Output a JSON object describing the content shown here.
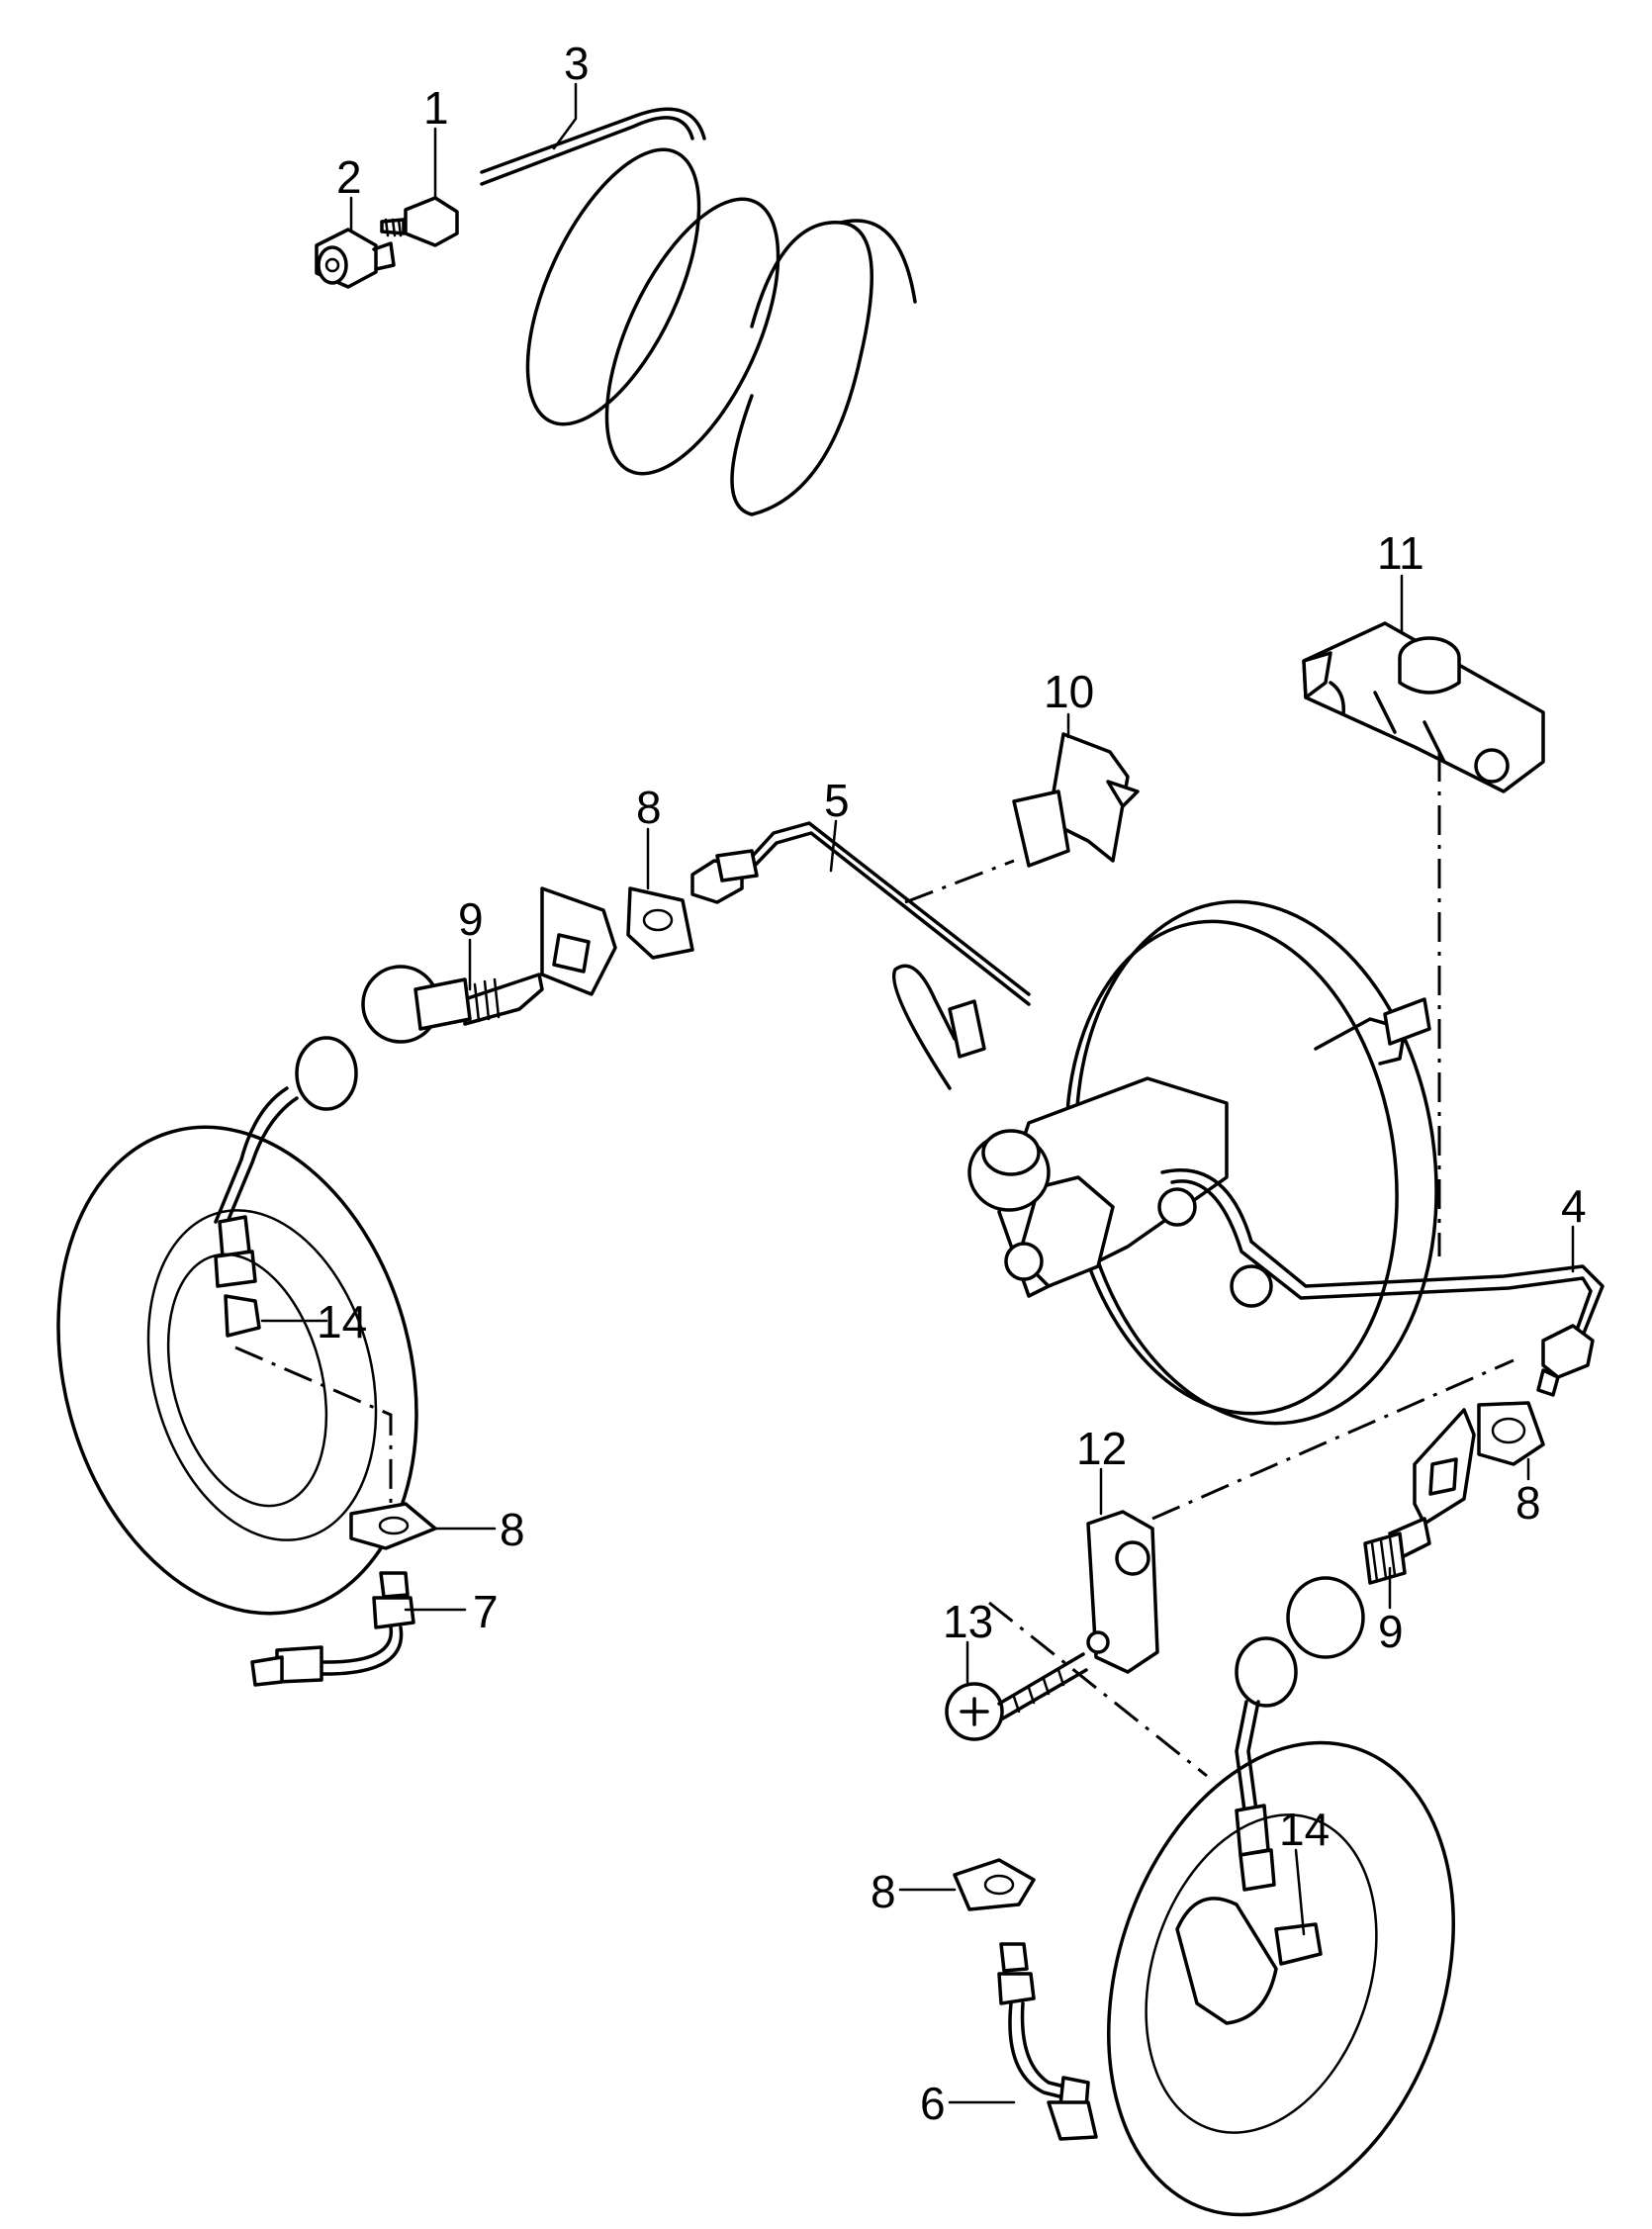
{
  "diagram": {
    "callouts": [
      {
        "id": "callout-1",
        "text": "1"
      },
      {
        "id": "callout-2",
        "text": "2"
      },
      {
        "id": "callout-3",
        "text": "3"
      },
      {
        "id": "callout-4",
        "text": "4"
      },
      {
        "id": "callout-5",
        "text": "5"
      },
      {
        "id": "callout-6",
        "text": "6"
      },
      {
        "id": "callout-7",
        "text": "7"
      },
      {
        "id": "callout-8a",
        "text": "8"
      },
      {
        "id": "callout-8b",
        "text": "8"
      },
      {
        "id": "callout-8c",
        "text": "8"
      },
      {
        "id": "callout-8d",
        "text": "8"
      },
      {
        "id": "callout-9a",
        "text": "9"
      },
      {
        "id": "callout-9b",
        "text": "9"
      },
      {
        "id": "callout-10",
        "text": "10"
      },
      {
        "id": "callout-11",
        "text": "11"
      },
      {
        "id": "callout-12",
        "text": "12"
      },
      {
        "id": "callout-13",
        "text": "13"
      },
      {
        "id": "callout-14a",
        "text": "14"
      },
      {
        "id": "callout-14b",
        "text": "14"
      }
    ]
  }
}
